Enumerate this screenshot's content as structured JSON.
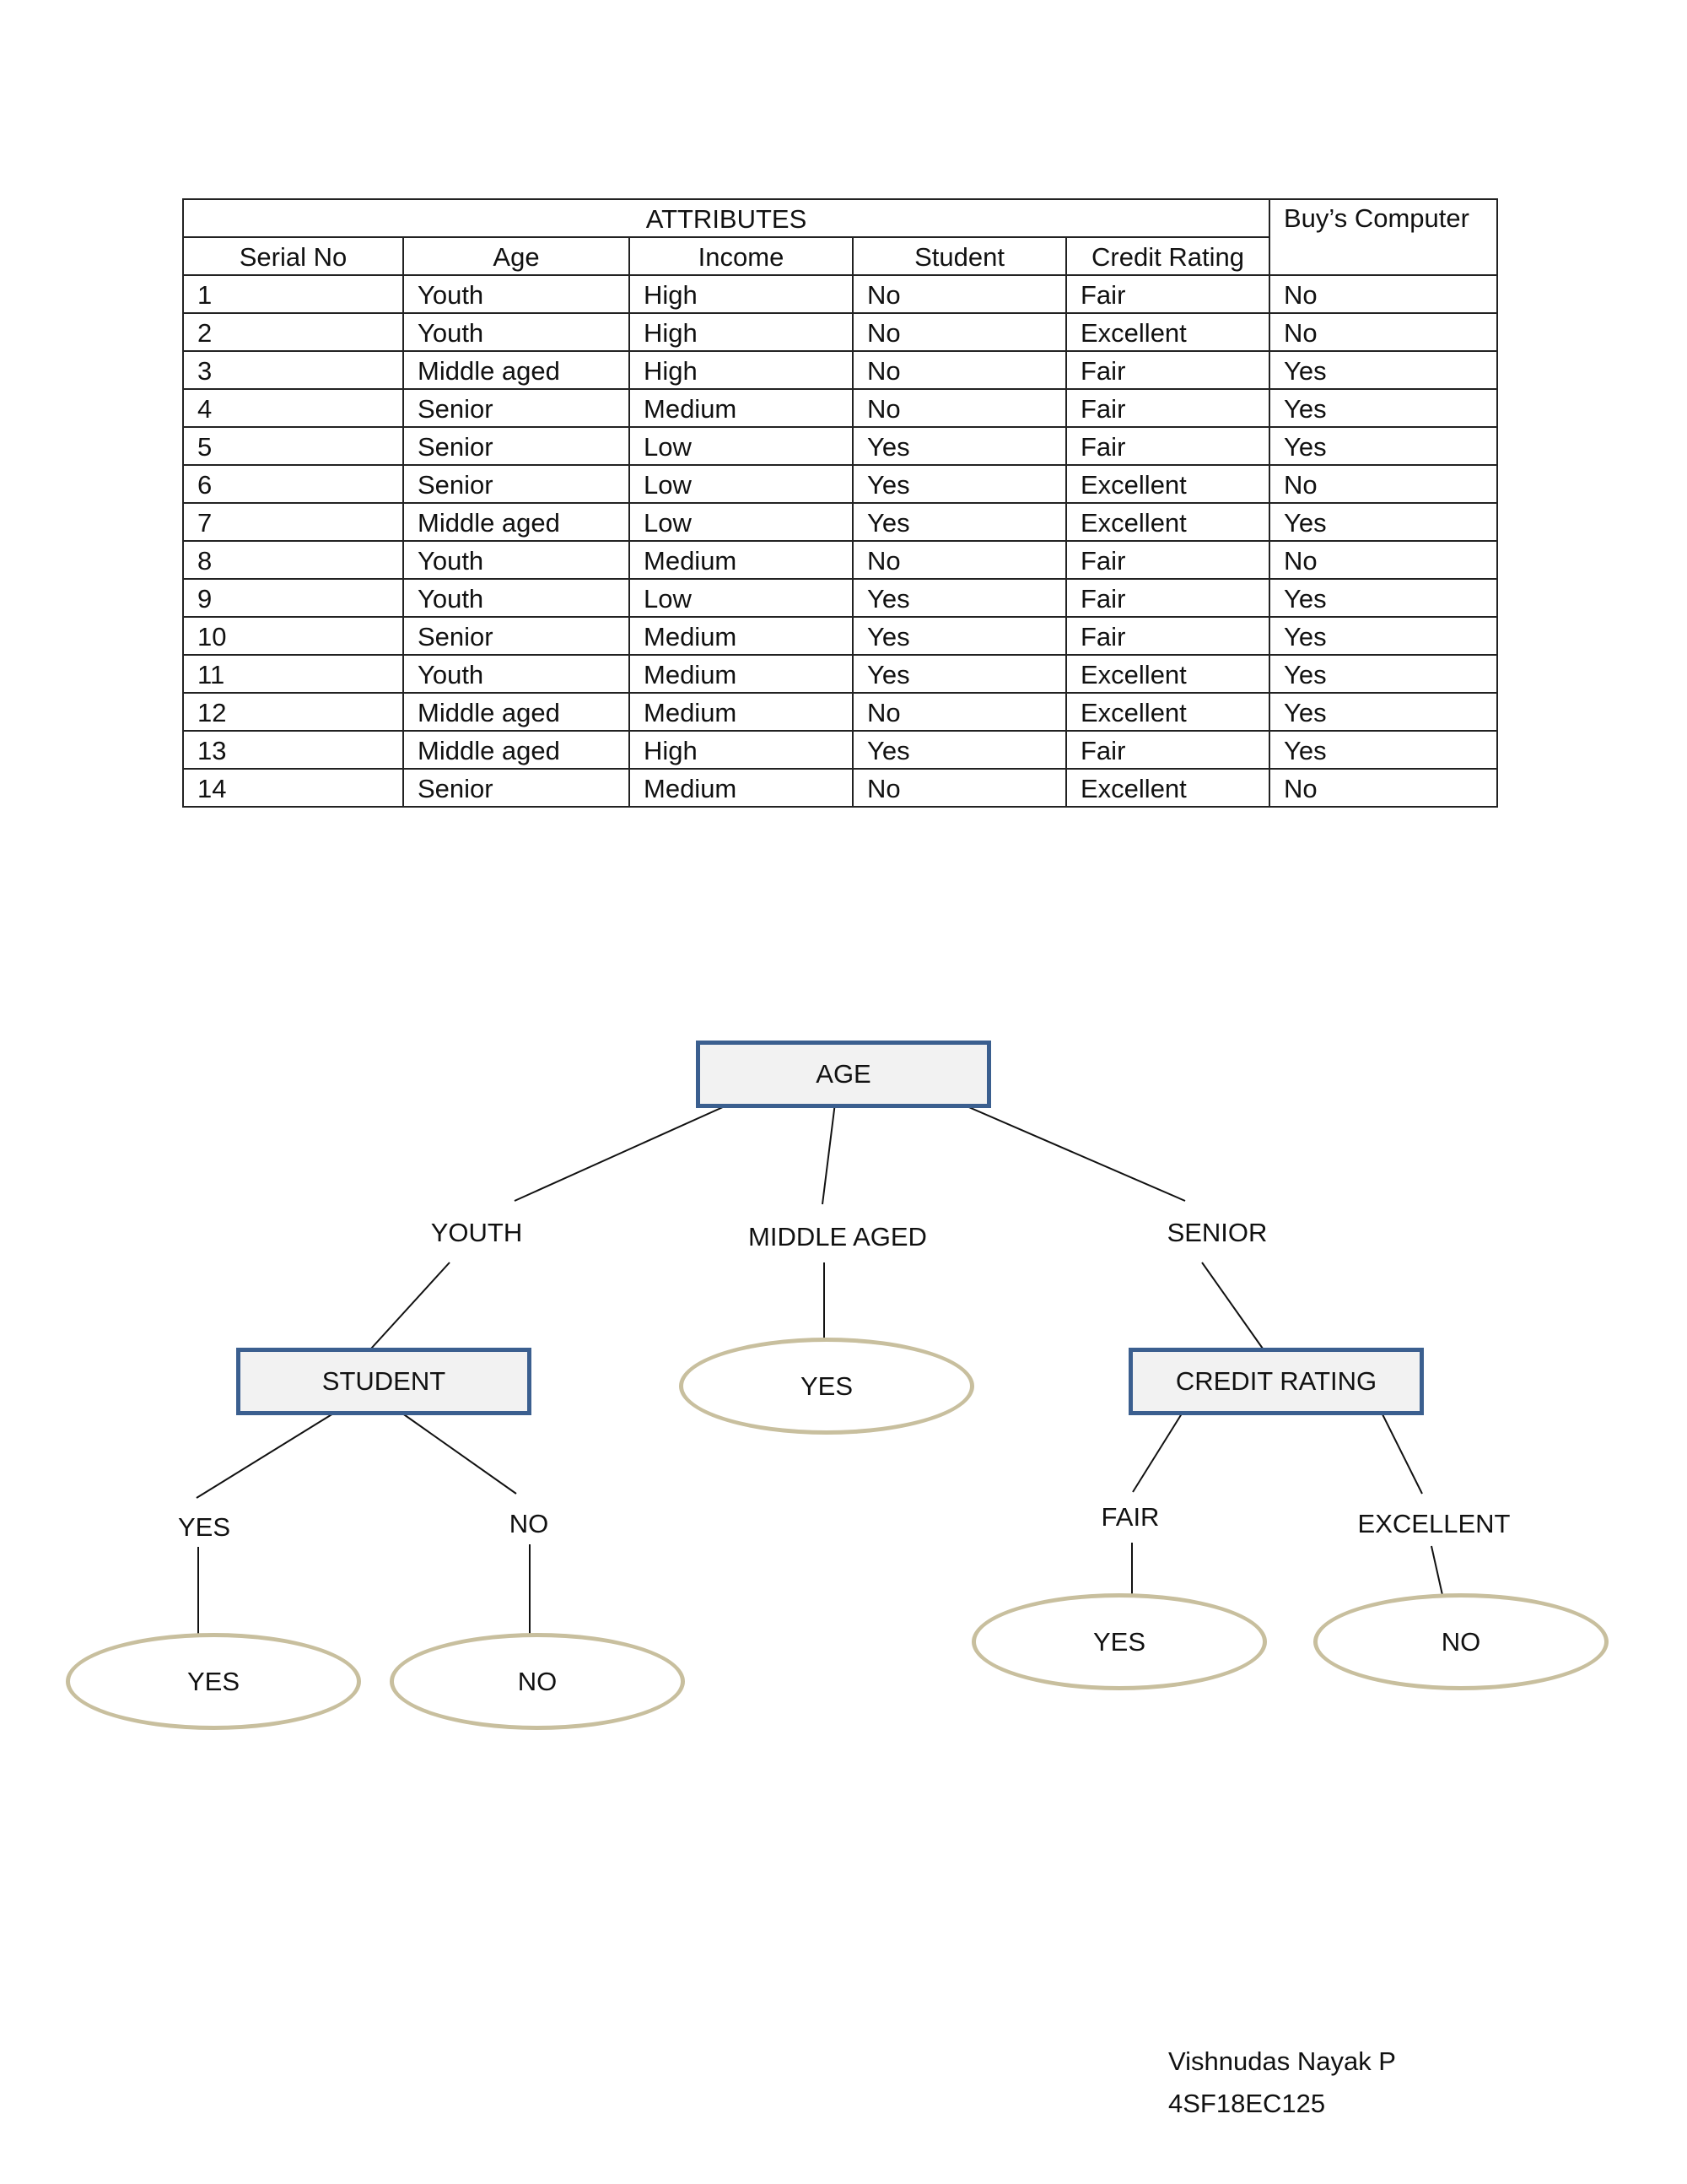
{
  "table": {
    "group_header": "ATTRIBUTES",
    "target_header": "Buy’s Computer",
    "columns": [
      "Serial No",
      "Age",
      "Income",
      "Student",
      "Credit Rating"
    ],
    "rows": [
      [
        "1",
        "Youth",
        "High",
        "No",
        "Fair",
        "No"
      ],
      [
        "2",
        "Youth",
        "High",
        "No",
        "Excellent",
        "No"
      ],
      [
        "3",
        "Middle aged",
        "High",
        "No",
        "Fair",
        "Yes"
      ],
      [
        "4",
        "Senior",
        "Medium",
        "No",
        "Fair",
        "Yes"
      ],
      [
        "5",
        "Senior",
        "Low",
        "Yes",
        "Fair",
        "Yes"
      ],
      [
        "6",
        "Senior",
        "Low",
        "Yes",
        "Excellent",
        "No"
      ],
      [
        "7",
        "Middle aged",
        "Low",
        "Yes",
        "Excellent",
        "Yes"
      ],
      [
        "8",
        "Youth",
        "Medium",
        "No",
        "Fair",
        "No"
      ],
      [
        "9",
        "Youth",
        "Low",
        "Yes",
        "Fair",
        "Yes"
      ],
      [
        "10",
        "Senior",
        "Medium",
        "Yes",
        "Fair",
        "Yes"
      ],
      [
        "11",
        "Youth",
        "Medium",
        "Yes",
        "Excellent",
        "Yes"
      ],
      [
        "12",
        "Middle aged",
        "Medium",
        "No",
        "Excellent",
        "Yes"
      ],
      [
        "13",
        "Middle aged",
        "High",
        "Yes",
        "Fair",
        "Yes"
      ],
      [
        "14",
        "Senior",
        "Medium",
        "No",
        "Excellent",
        "No"
      ]
    ]
  },
  "tree": {
    "root": "AGE",
    "branches": {
      "youth": "YOUTH",
      "middle_aged": "MIDDLE AGED",
      "senior": "SENIOR",
      "student_yes": "YES",
      "student_no": "NO",
      "fair": "FAIR",
      "excellent": "EXCELLENT"
    },
    "nodes": {
      "student": "STUDENT",
      "credit_rating": "CREDIT RATING"
    },
    "leaves": {
      "middle_yes": "YES",
      "student_yes": "YES",
      "student_no": "NO",
      "fair_yes": "YES",
      "excellent_no": "NO"
    },
    "colors": {
      "node_border": "#3b5f8f",
      "node_fill": "#f2f2f2",
      "leaf_border": "#c8bf9e"
    }
  },
  "author": {
    "name": "Vishnudas Nayak P",
    "id": "4SF18EC125"
  }
}
